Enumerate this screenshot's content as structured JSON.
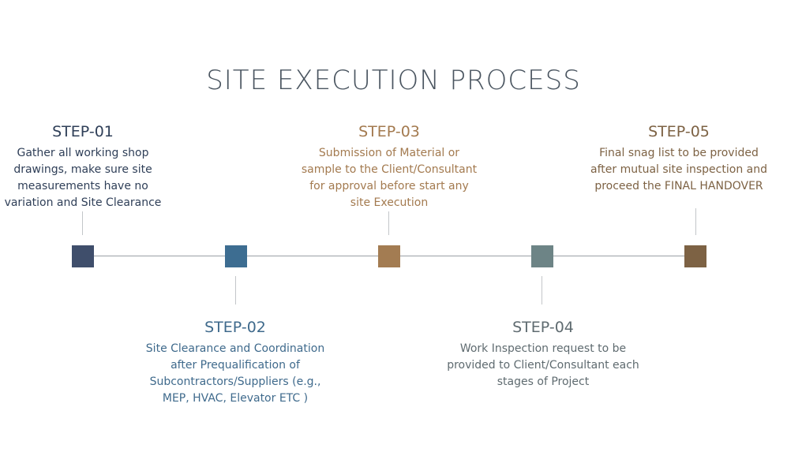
{
  "title": "SITE EXECUTION PROCESS",
  "colors": {
    "step1": "#3f4e6b",
    "step2": "#3d6d91",
    "step3": "#a37c52",
    "step4": "#6d8486",
    "step5": "#7d6244",
    "step1_text": "#2f3f58",
    "step2_text": "#3f6a8c",
    "step3_text": "#a37a4f",
    "step4_text": "#5f6b70",
    "step5_text": "#7d6244"
  },
  "steps": [
    {
      "label": "STEP-01",
      "desc": [
        "Gather all working shop",
        "drawings, make sure site",
        "measurements have no",
        "variation and Site Clearance"
      ]
    },
    {
      "label": "STEP-02",
      "desc": [
        "Site Clearance and Coordination",
        "after Prequalification of",
        "Subcontractors/Suppliers (e.g.,",
        "MEP, HVAC, Elevator ETC )"
      ]
    },
    {
      "label": "STEP-03",
      "desc": [
        "Submission of Material or",
        "sample to the Client/Consultant",
        "for approval before start any",
        "site Execution"
      ]
    },
    {
      "label": "STEP-04",
      "desc": [
        "Work Inspection request to be",
        "provided to Client/Consultant each",
        "stages of Project"
      ]
    },
    {
      "label": "STEP-05",
      "desc": [
        "Final snag list to be provided",
        "after mutual site inspection and",
        "proceed the FINAL HANDOVER"
      ]
    }
  ]
}
